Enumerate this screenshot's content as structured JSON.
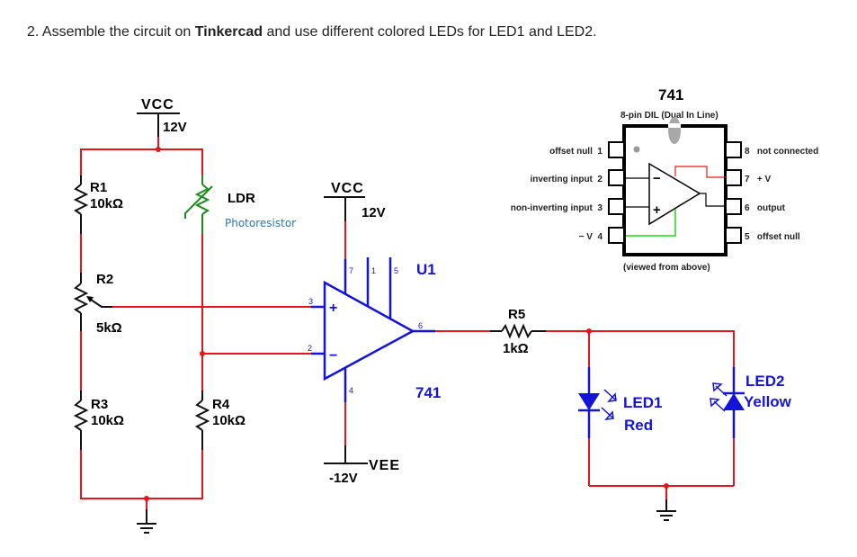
{
  "instruction": {
    "prefix": "2. Assemble the circuit on ",
    "emphasis": "Tinkercad",
    "suffix": " and use different colored LEDs for LED1 and LED2."
  },
  "colors": {
    "wire": "#e8141c",
    "component": "#1414d8",
    "ldr": "#1a8c1a",
    "photoresistor_label": "#2e75b6"
  },
  "supply_left": {
    "name": "VCC",
    "voltage": "12V"
  },
  "supply_opamp_pos": {
    "name": "VCC",
    "voltage": "12V"
  },
  "supply_opamp_neg": {
    "name": "VEE",
    "voltage": "-12V"
  },
  "components": {
    "r1": {
      "ref": "R1",
      "value": "10kΩ"
    },
    "r2": {
      "ref": "R2",
      "value": "5kΩ"
    },
    "r3": {
      "ref": "R3",
      "value": "10kΩ"
    },
    "r4": {
      "ref": "R4",
      "value": "10kΩ"
    },
    "r5": {
      "ref": "R5",
      "value": "1kΩ"
    },
    "ldr": {
      "ref": "LDR",
      "description": "Photoresistor"
    },
    "u1": {
      "ref": "U1",
      "model": "741",
      "plus": "+",
      "minus": "−",
      "pins": {
        "p7": "7",
        "p1": "1",
        "p5": "5",
        "p3": "3",
        "p2": "2",
        "p6": "6",
        "p4": "4"
      }
    },
    "led1": {
      "ref": "LED1",
      "color": "Red"
    },
    "led2": {
      "ref": "LED2",
      "color": "Yellow"
    }
  },
  "pinout": {
    "title": "741",
    "subtitle": "8-pin DIL (Dual In Line)",
    "footer": "(viewed from above)",
    "left_pins": [
      {
        "label": "offset null  1"
      },
      {
        "label": "inverting input  2"
      },
      {
        "label": "non-inverting input  3"
      },
      {
        "label": "− V  4"
      }
    ],
    "right_pins": [
      {
        "label": "8   not connected"
      },
      {
        "label": "7   + V"
      },
      {
        "label": "6   output"
      },
      {
        "label": "5   offset null"
      }
    ],
    "minus_sign": "−",
    "plus_sign": "+"
  }
}
